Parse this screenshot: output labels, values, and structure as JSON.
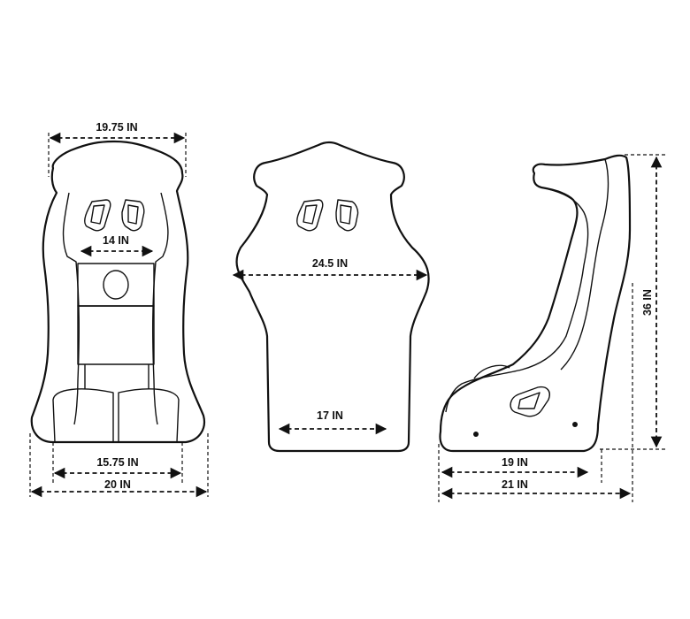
{
  "views": {
    "front": {
      "top_width": "19.75 IN",
      "inner_width": "14 IN",
      "base_inner_width": "15.75 IN",
      "base_outer_width": "20 IN"
    },
    "back": {
      "shoulder_width": "24.5 IN",
      "base_width": "17 IN"
    },
    "side": {
      "height": "36 IN",
      "inner_depth": "19 IN",
      "outer_depth": "21 IN"
    }
  }
}
